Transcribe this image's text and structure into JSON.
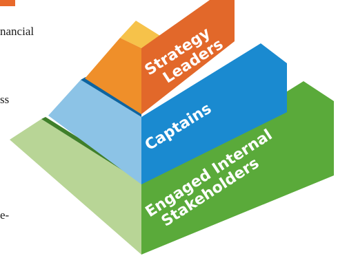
{
  "text_fragments": {
    "line_1": "nancial",
    "line_2": "ss",
    "line_3": "e-"
  },
  "pyramid": {
    "tiers": [
      {
        "label_lines": [
          "Strategy",
          "Leaders"
        ],
        "color_front": "#e2682a",
        "color_side": "#ef8f2a",
        "color_top": "#f6c24a"
      },
      {
        "label_lines": [
          "Captains"
        ],
        "color_front": "#1a8ad0",
        "color_side": "#8cc3e6",
        "color_top": "#0e64a0"
      },
      {
        "label_lines": [
          "Engaged Internal",
          "Stakeholders"
        ],
        "color_front": "#5aaa3a",
        "color_side": "#b8d596",
        "color_top": "#3f7f2a"
      }
    ]
  },
  "colors": {
    "accent": "#e8692b"
  }
}
